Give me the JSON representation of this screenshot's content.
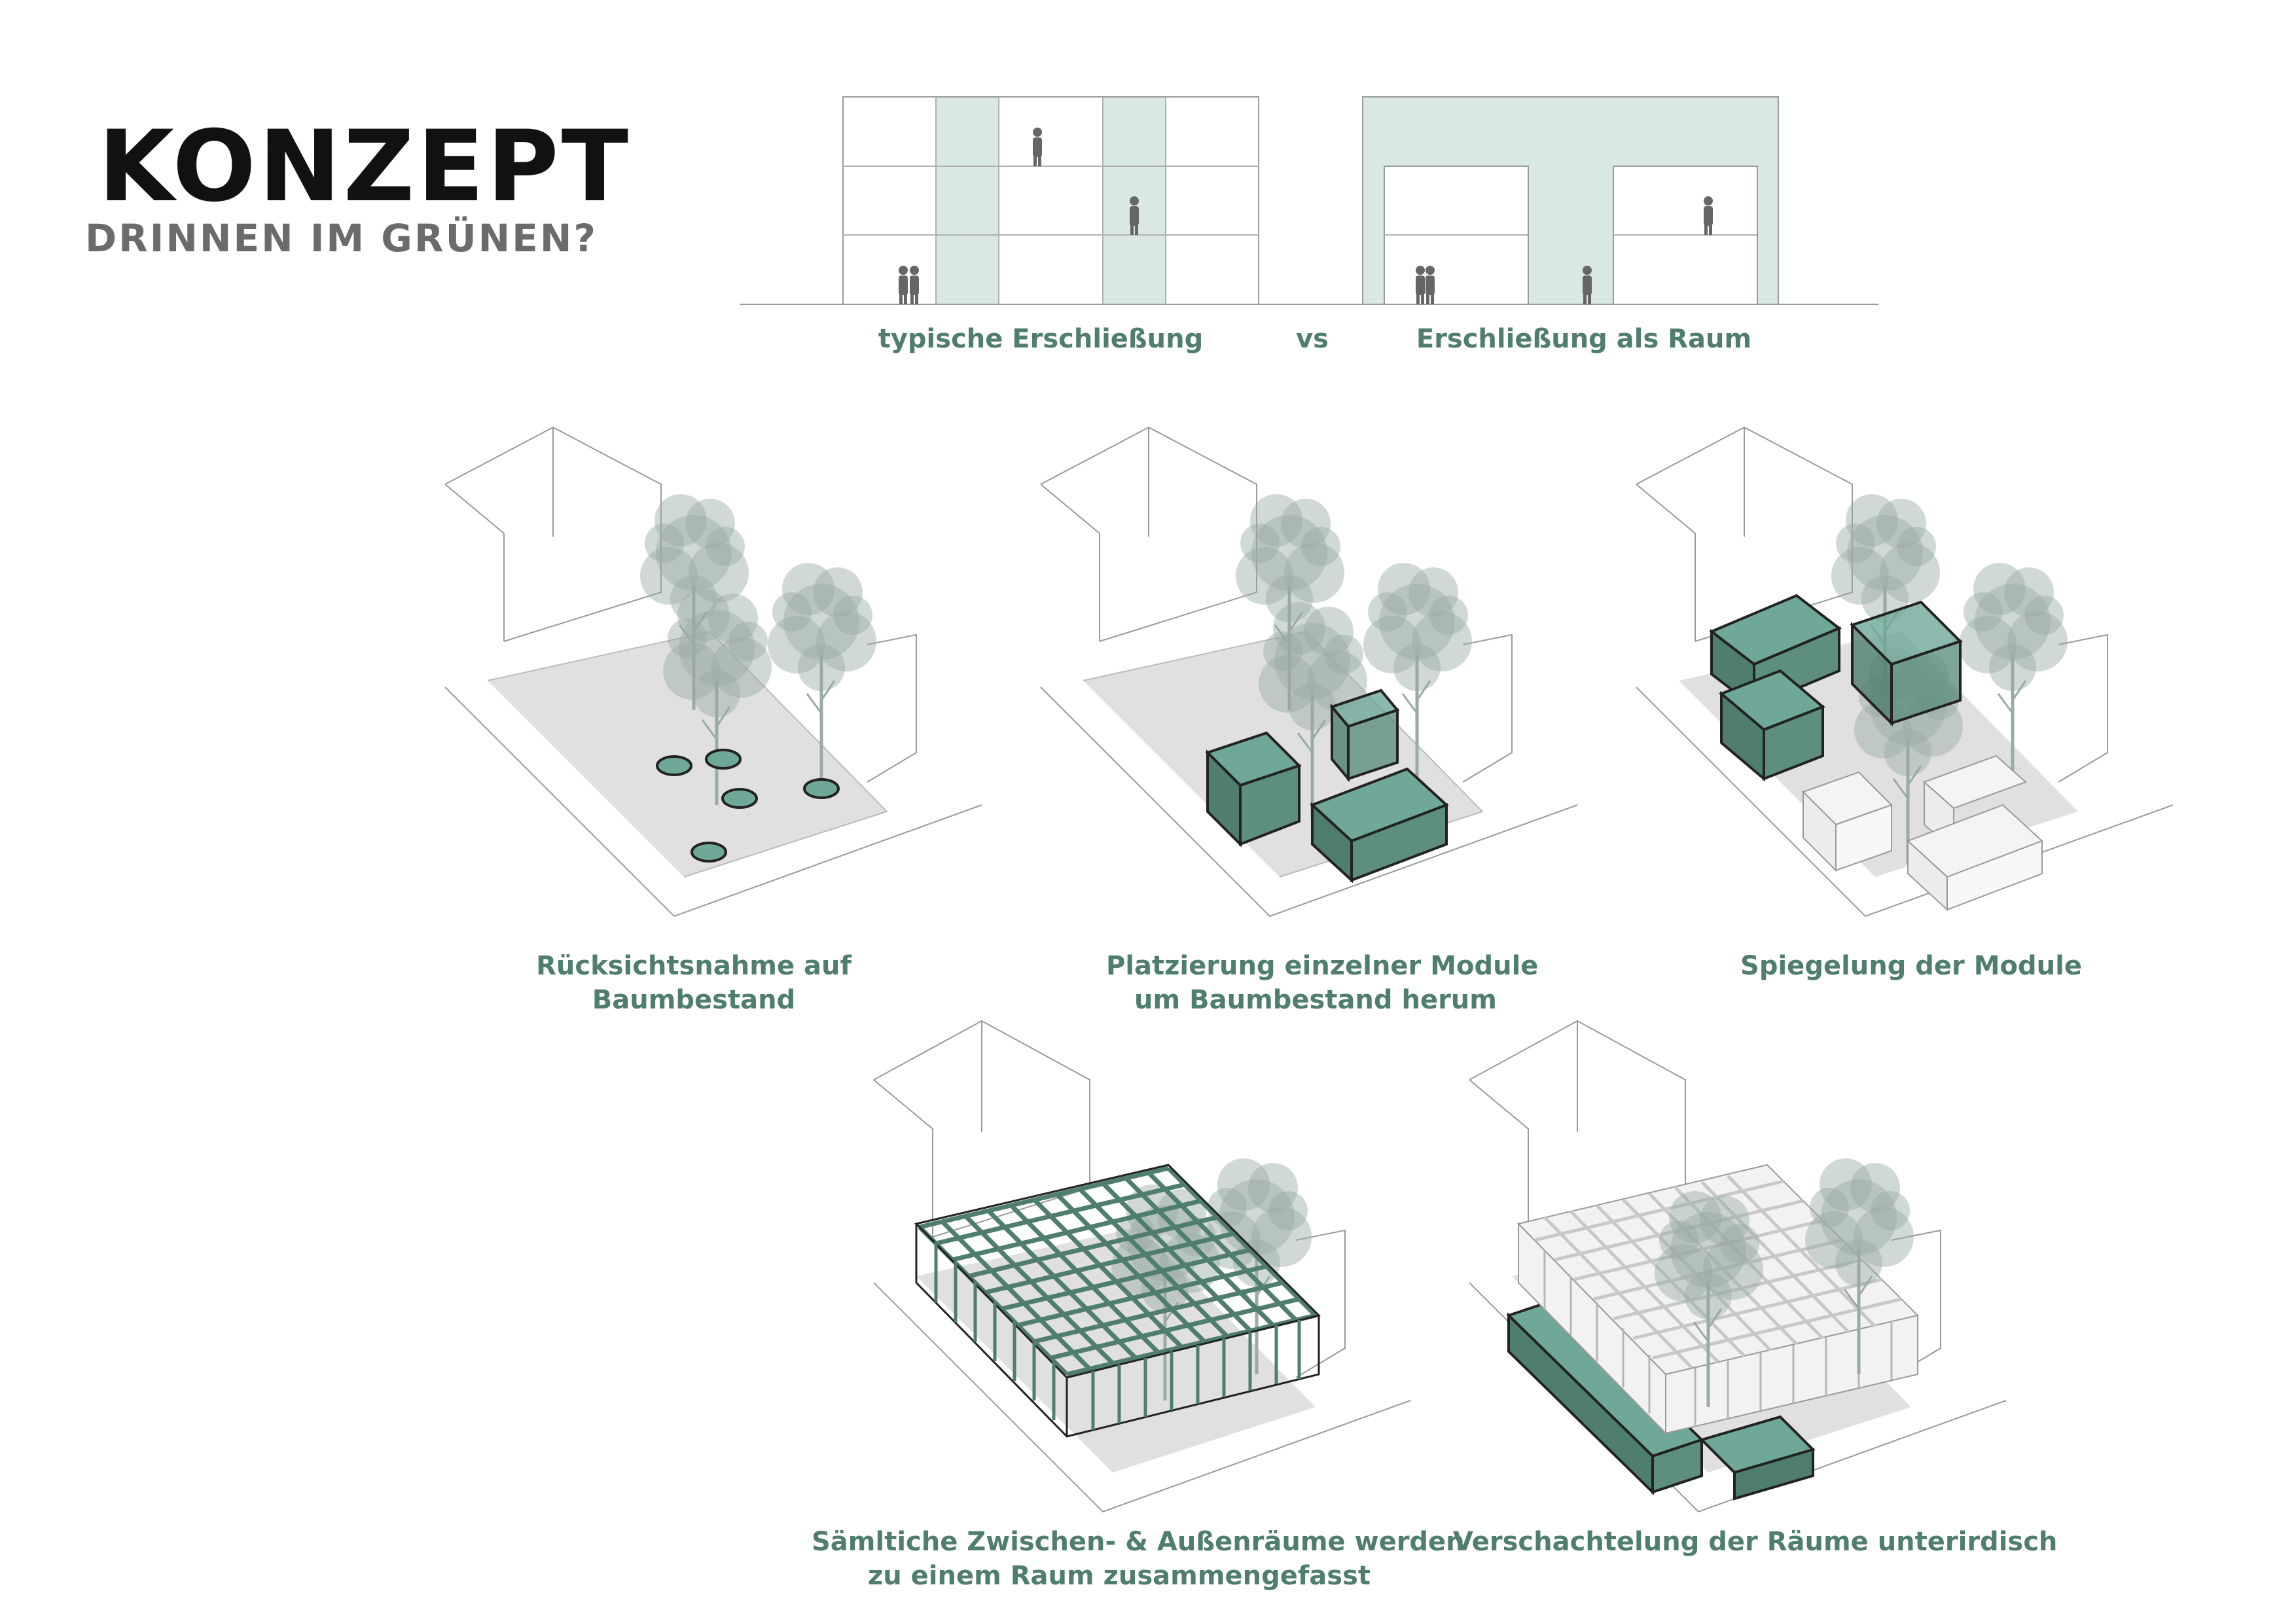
{
  "header": {
    "title": "KONZEPT",
    "subtitle": "DRINNEN IM GRÜNEN?"
  },
  "elevations": {
    "left_label": "typische Erschließung",
    "vs_label": "vs",
    "right_label": "Erschließung als Raum"
  },
  "steps": [
    {
      "line1": "Rücksichtsnahme auf",
      "line2": "Baumbestand"
    },
    {
      "line1": "Platzierung einzelner Module",
      "line2": "um Baumbestand herum"
    },
    {
      "line1": "Spiegelung der Module",
      "line2": ""
    },
    {
      "line1": "Sämltiche Zwischen- & Außenräume werden",
      "line2": "zu einem Raum zusammengefasst"
    },
    {
      "line1": "Verschachtelung der Räume unterirdisch",
      "line2": ""
    }
  ],
  "colors": {
    "accent_green": "#6fa899",
    "dark_green": "#4f7d6f",
    "light_green": "#d9e8e3",
    "tree_gray": "#9aaaa5",
    "ground_gray": "#e0e0e0",
    "line_gray": "#9a9a9a"
  }
}
